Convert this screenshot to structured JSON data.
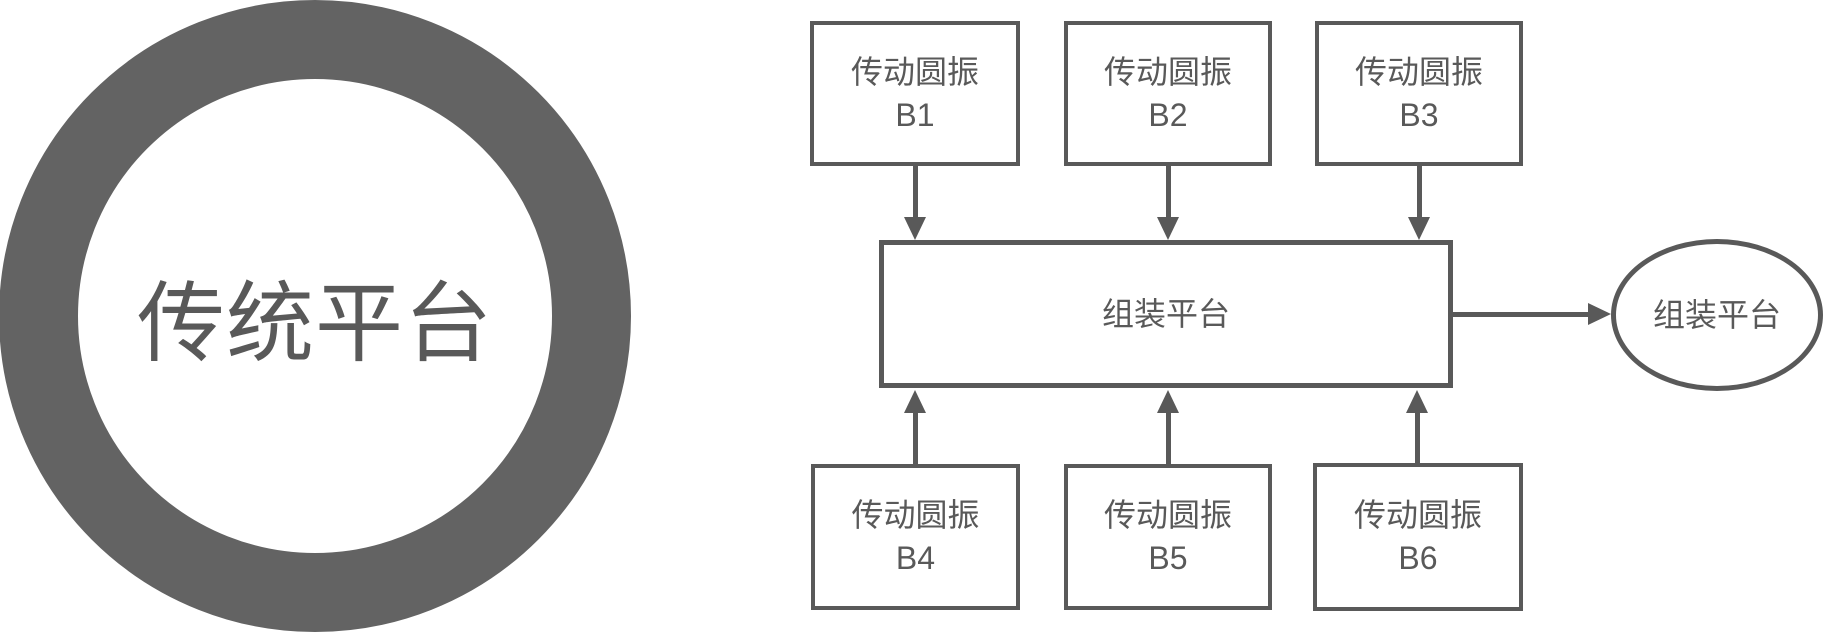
{
  "colors": {
    "stroke": "#595959",
    "ring_fill": "#636363",
    "background": "#ffffff"
  },
  "ring": {
    "label": "传统平台"
  },
  "diagram": {
    "top_nodes": [
      {
        "line1": "传动圆振",
        "line2": "B1"
      },
      {
        "line1": "传动圆振",
        "line2": "B2"
      },
      {
        "line1": "传动圆振",
        "line2": "B3"
      }
    ],
    "bottom_nodes": [
      {
        "line1": "传动圆振",
        "line2": "B4"
      },
      {
        "line1": "传动圆振",
        "line2": "B5"
      },
      {
        "line1": "传动圆振",
        "line2": "B6"
      }
    ],
    "center_node": {
      "label": "组装平台"
    },
    "output_node": {
      "label": "组装平台"
    }
  }
}
